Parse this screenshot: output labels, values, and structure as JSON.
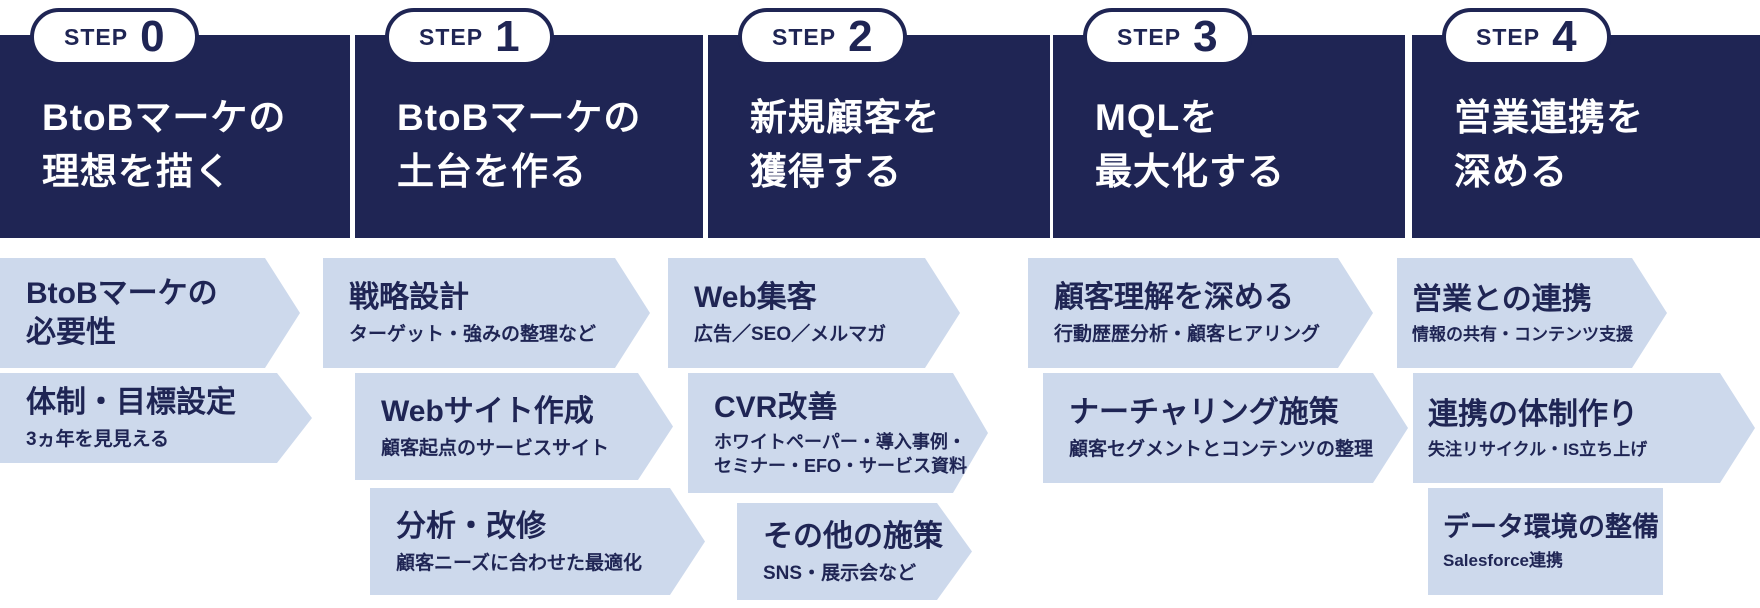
{
  "colors": {
    "navy": "#1f2554",
    "light_blue": "#cdd9ec",
    "white": "#ffffff"
  },
  "steps": [
    {
      "badge_label": "STEP",
      "badge_number": "0",
      "title_line1": "BtoBマーケの",
      "title_line2": "理想を描く"
    },
    {
      "badge_label": "STEP",
      "badge_number": "1",
      "title_line1": "BtoBマーケの",
      "title_line2": "土台を作る"
    },
    {
      "badge_label": "STEP",
      "badge_number": "2",
      "title_line1": "新規顧客を",
      "title_line2": "獲得する"
    },
    {
      "badge_label": "STEP",
      "badge_number": "3",
      "title_line1": "MQLを",
      "title_line2": "最大化する"
    },
    {
      "badge_label": "STEP",
      "badge_number": "4",
      "title_line1": "営業連携を",
      "title_line2": "深める"
    }
  ],
  "tasks": [
    {
      "step": 0,
      "title_line1": "BtoBマーケの",
      "title_line2": "必要性",
      "subtitle": ""
    },
    {
      "step": 0,
      "title_line1": "体制・目標設定",
      "subtitle": "3ヵ年を見見える"
    },
    {
      "step": 1,
      "title_line1": "戦略設計",
      "subtitle": "ターゲット・強みの整理など"
    },
    {
      "step": 1,
      "title_line1": "Webサイト作成",
      "subtitle": "顧客起点のサービスサイト"
    },
    {
      "step": 1,
      "title_line1": "分析・改修",
      "subtitle": "顧客ニーズに合わせた最適化"
    },
    {
      "step": 2,
      "title_line1": "Web集客",
      "subtitle": "広告／SEO／メルマガ"
    },
    {
      "step": 2,
      "title_line1": "CVR改善",
      "subtitle": "ホワイトペーパー・導入事例・",
      "subtitle_line2": "セミナー・EFO・サービス資料"
    },
    {
      "step": 2,
      "title_line1": "その他の施策",
      "subtitle": "SNS・展示会など"
    },
    {
      "step": 3,
      "title_line1": "顧客理解を深める",
      "subtitle": "行動歴歴分析・顧客ヒアリング"
    },
    {
      "step": 3,
      "title_line1": "ナーチャリング施策",
      "subtitle": "顧客セグメントとコンテンツの整理"
    },
    {
      "step": 4,
      "title_line1": "営業との連携",
      "subtitle": "情報の共有・コンテンツ支援"
    },
    {
      "step": 4,
      "title_line1": "連携の体制作り",
      "subtitle": "失注リサイクル・IS立ち上げ"
    },
    {
      "step": 4,
      "title_line1": "データ環境の整備",
      "subtitle": "Salesforce連携"
    }
  ]
}
